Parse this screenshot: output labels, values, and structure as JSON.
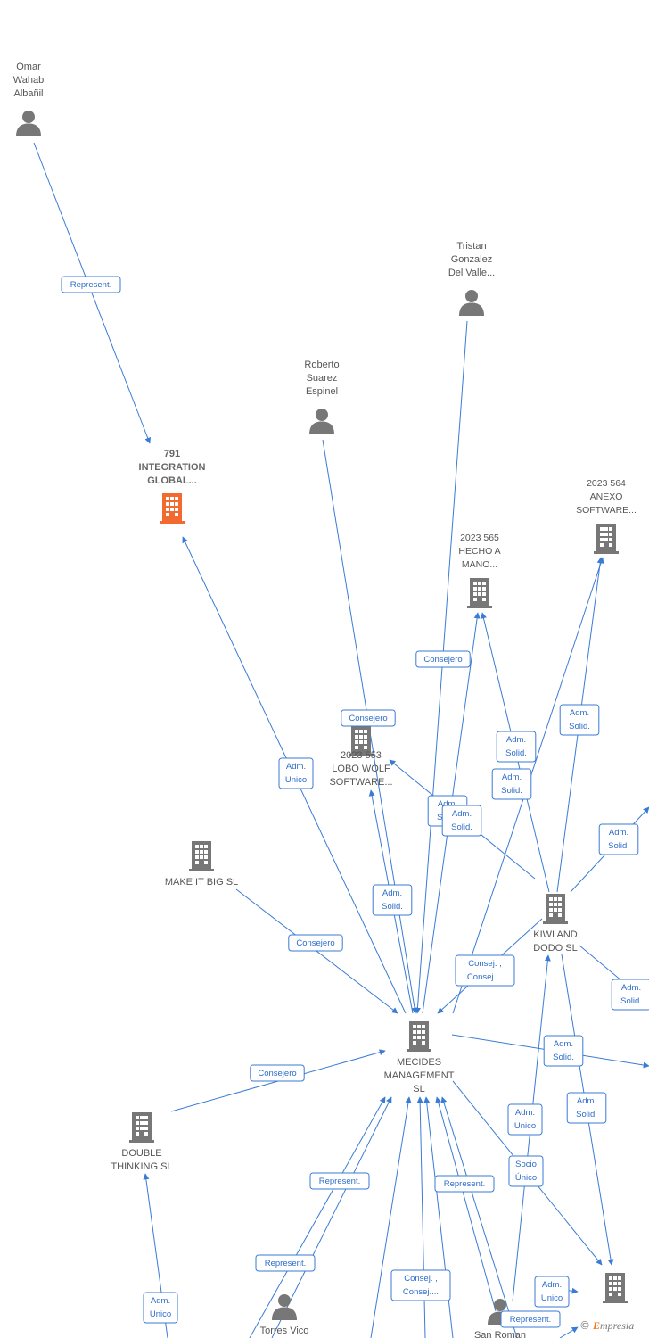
{
  "nodes": [
    {
      "id": "omar",
      "type": "person",
      "lines": [
        "Omar",
        "Wahab",
        "Albañil"
      ]
    },
    {
      "id": "tristan",
      "type": "person",
      "lines": [
        "Tristan",
        "Gonzalez",
        "Del Valle..."
      ]
    },
    {
      "id": "roberto",
      "type": "person",
      "lines": [
        "Roberto",
        "Suarez",
        "Espinel"
      ]
    },
    {
      "id": "integration",
      "type": "company",
      "highlight": true,
      "lines": [
        "791",
        "INTEGRATION",
        "GLOBAL..."
      ]
    },
    {
      "id": "anexo",
      "type": "company",
      "lines": [
        "2023 564",
        "ANEXO",
        "SOFTWARE..."
      ]
    },
    {
      "id": "hecho",
      "type": "company",
      "lines": [
        "2023 565",
        "HECHO A",
        "MANO..."
      ]
    },
    {
      "id": "lobo",
      "type": "company",
      "lines": [
        "2023 553",
        "LOBO WOLF",
        "SOFTWARE..."
      ]
    },
    {
      "id": "makeit",
      "type": "company",
      "lines": [
        "MAKE IT BIG  SL"
      ]
    },
    {
      "id": "kiwi",
      "type": "company",
      "lines": [
        "KIWI AND",
        "DODO  SL"
      ]
    },
    {
      "id": "mecides",
      "type": "company",
      "lines": [
        "MECIDES",
        "MANAGEMENT",
        "SL"
      ]
    },
    {
      "id": "double",
      "type": "company",
      "lines": [
        "DOUBLE",
        "THINKING SL"
      ]
    },
    {
      "id": "torres",
      "type": "person",
      "lines": [
        "Torres Vico"
      ]
    },
    {
      "id": "sanroman",
      "type": "person",
      "lines": [
        "San Roman"
      ]
    },
    {
      "id": "mecides2",
      "type": "company",
      "lines": []
    }
  ],
  "edge_labels": [
    [
      "Represent."
    ],
    [
      "Consejero"
    ],
    [
      "Consejero"
    ],
    [
      "Adm.",
      "Unico"
    ],
    [
      "Adm.",
      "Solid."
    ],
    [
      "Adm.",
      "Solid."
    ],
    [
      "Adm.",
      "Solid."
    ],
    [
      "Adm.",
      "Solid."
    ],
    [
      "Adm.",
      "Solid."
    ],
    [
      "Adm.",
      "Solid."
    ],
    [
      "Adm.",
      "Solid."
    ],
    [
      "Adm.",
      "Solid."
    ],
    [
      "Consejero"
    ],
    [
      "Consej. ,",
      "Consej...."
    ],
    [
      "Adm.",
      "Solid."
    ],
    [
      "Consejero"
    ],
    [
      "Adm.",
      "Unico"
    ],
    [
      "Socio",
      "Único"
    ],
    [
      "Adm.",
      "Solid."
    ],
    [
      "Represent."
    ],
    [
      "Represent."
    ],
    [
      "Represent."
    ],
    [
      "Consej. ,",
      "Consej...."
    ],
    [
      "Adm.",
      "Unico"
    ],
    [
      "Adm.",
      "Unico"
    ],
    [
      "Represent."
    ],
    [
      "Adm.",
      "Solid."
    ]
  ],
  "footer": {
    "copyright": "©",
    "brand_first": "E",
    "brand_rest": "mpresia"
  },
  "colors": {
    "edge": "#3a7bd5",
    "icon": "#777777",
    "highlight": "#f26a30"
  }
}
